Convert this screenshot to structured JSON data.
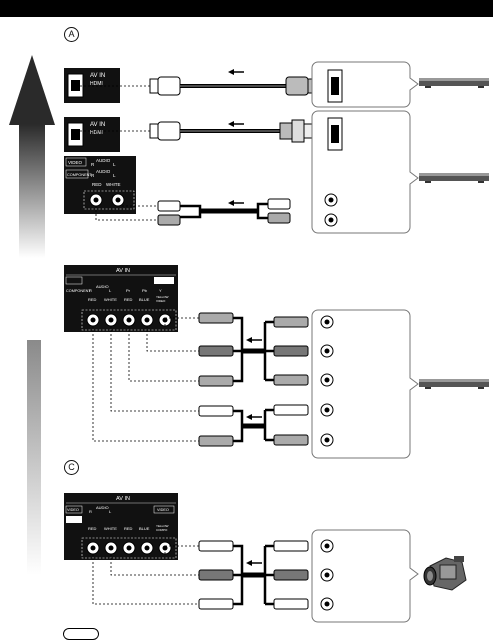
{
  "header": {
    "bar_color": "#000000"
  },
  "sections": {
    "a_label": "A",
    "c_label": "C"
  },
  "panels": {
    "hdmi_av_in": "AV IN",
    "hdmi_label": "HDMI",
    "video": "VIDEO",
    "component": "COMPONENT",
    "audio": "AUDIO",
    "audio_r": "R",
    "audio_l": "L",
    "red": "RED",
    "white": "WHITE",
    "blue": "BLUE",
    "y": "Y",
    "pb": "Pb",
    "pr": "Pr",
    "yellow_video_lines": [
      "YELLOW",
      "VIDEO",
      "COMPO"
    ]
  },
  "icons": {
    "arrow": "left-arrow-icon",
    "player": "dvd-player-icon",
    "camcorder": "camcorder-icon"
  },
  "colors": {
    "gradient_top": "#2a2a2a",
    "gradient_bottom": "#ffffff"
  }
}
